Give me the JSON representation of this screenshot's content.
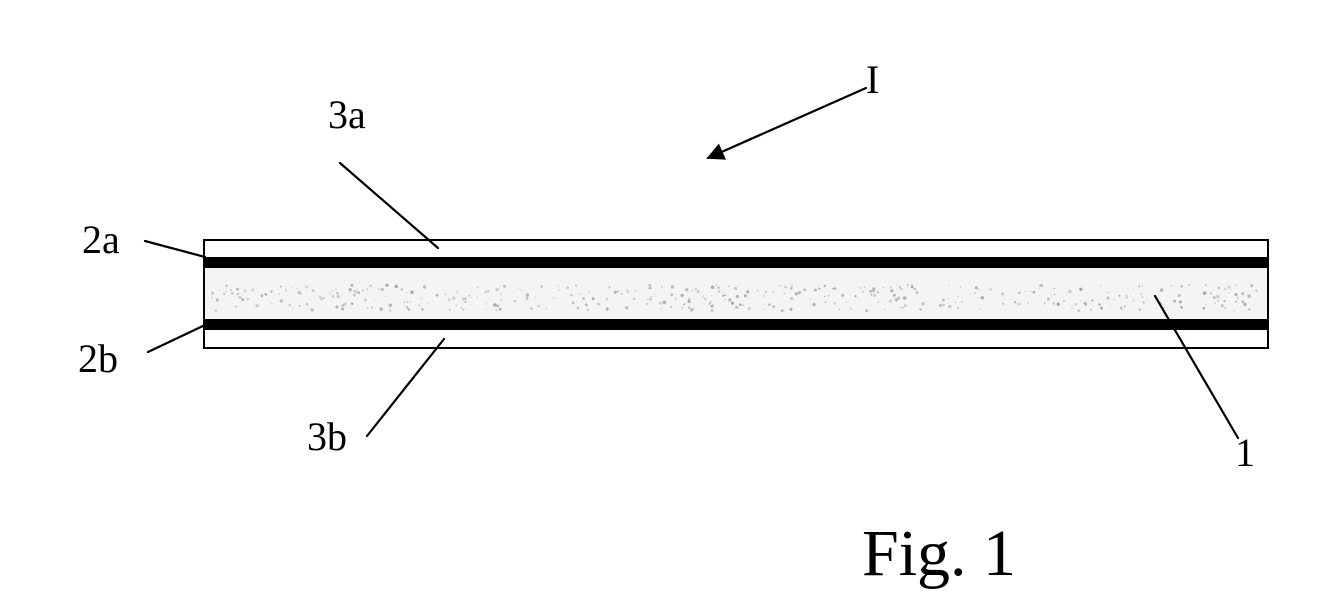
{
  "labels": {
    "assembly": "I",
    "electrode_top": "2a",
    "electrode_bottom": "2b",
    "layer_top": "3a",
    "layer_bottom": "3b",
    "core": "1"
  },
  "figure_caption": "Fig. 1",
  "colors": {
    "line": "#000000",
    "core_fill": "#f2f2f2",
    "speckle": "#9a9a9a",
    "background": "#ffffff"
  }
}
